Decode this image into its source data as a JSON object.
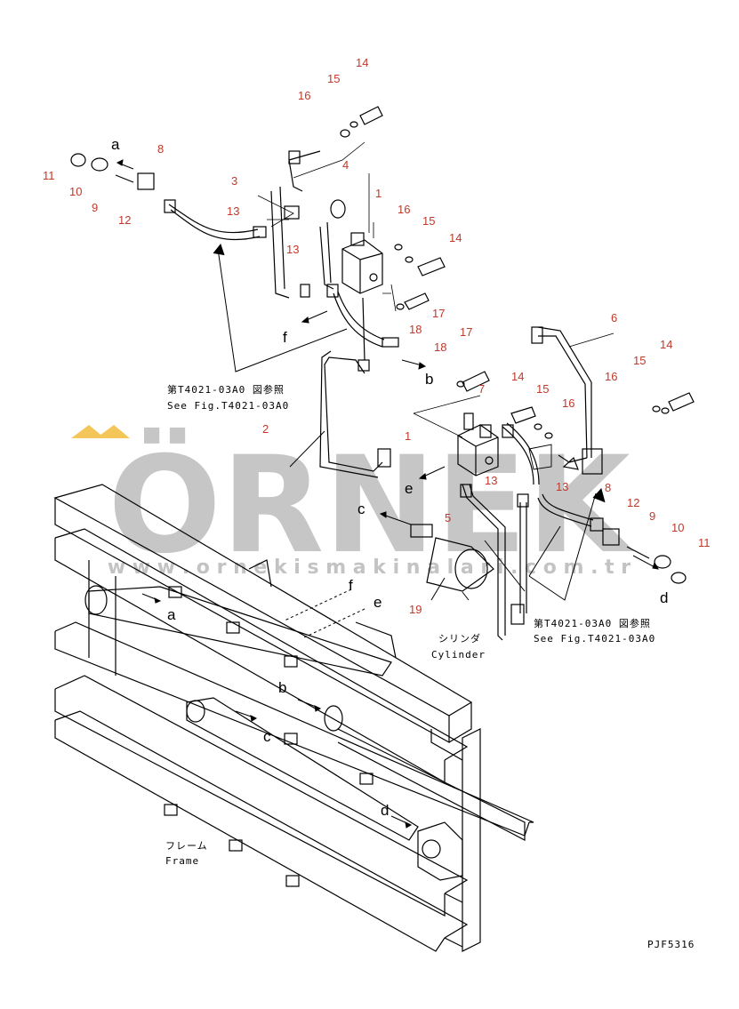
{
  "watermark": {
    "brand": "ÖRNEK",
    "url": "w w w . o r n e k i s m a k i n a l a r i . c o m . t r",
    "color": "#bdbdbd",
    "accent": "#f4c65a"
  },
  "colors": {
    "part_number": "#c0392b",
    "line": "#000000"
  },
  "callouts": [
    {
      "id": "c11a",
      "text": "11"
    },
    {
      "id": "c10a",
      "text": "10"
    },
    {
      "id": "c9a",
      "text": "9"
    },
    {
      "id": "c12a",
      "text": "12"
    },
    {
      "id": "c8a",
      "text": "8"
    },
    {
      "id": "c3",
      "text": "3"
    },
    {
      "id": "c13a",
      "text": "13"
    },
    {
      "id": "c13b",
      "text": "13"
    },
    {
      "id": "c4",
      "text": "4"
    },
    {
      "id": "c16a",
      "text": "16"
    },
    {
      "id": "c15a",
      "text": "15"
    },
    {
      "id": "c14a",
      "text": "14"
    },
    {
      "id": "c1a",
      "text": "1"
    },
    {
      "id": "c16b",
      "text": "16"
    },
    {
      "id": "c15b",
      "text": "15"
    },
    {
      "id": "c14b",
      "text": "14"
    },
    {
      "id": "c17a",
      "text": "17"
    },
    {
      "id": "c18a",
      "text": "18"
    },
    {
      "id": "c6",
      "text": "6"
    },
    {
      "id": "c14c",
      "text": "14"
    },
    {
      "id": "c15c",
      "text": "15"
    },
    {
      "id": "c16c",
      "text": "16"
    },
    {
      "id": "c17b",
      "text": "17"
    },
    {
      "id": "c18b",
      "text": "18"
    },
    {
      "id": "c14d",
      "text": "14"
    },
    {
      "id": "c7",
      "text": "7"
    },
    {
      "id": "c15d",
      "text": "15"
    },
    {
      "id": "c16d",
      "text": "16"
    },
    {
      "id": "c2",
      "text": "2"
    },
    {
      "id": "c1b",
      "text": "1"
    },
    {
      "id": "c13c",
      "text": "13"
    },
    {
      "id": "c13d",
      "text": "13"
    },
    {
      "id": "c8b",
      "text": "8"
    },
    {
      "id": "c12b",
      "text": "12"
    },
    {
      "id": "c9b",
      "text": "9"
    },
    {
      "id": "c10b",
      "text": "10"
    },
    {
      "id": "c11b",
      "text": "11"
    },
    {
      "id": "c5",
      "text": "5"
    },
    {
      "id": "c19",
      "text": "19"
    }
  ],
  "letters": [
    {
      "id": "la1",
      "text": "a"
    },
    {
      "id": "lf1",
      "text": "f"
    },
    {
      "id": "lb1",
      "text": "b"
    },
    {
      "id": "le1",
      "text": "e"
    },
    {
      "id": "lc1",
      "text": "c"
    },
    {
      "id": "ld1",
      "text": "d"
    },
    {
      "id": "la2",
      "text": "a"
    },
    {
      "id": "lf2",
      "text": "f"
    },
    {
      "id": "le2",
      "text": "e"
    },
    {
      "id": "lb2",
      "text": "b"
    },
    {
      "id": "lc2",
      "text": "c"
    },
    {
      "id": "ld2",
      "text": "d"
    }
  ],
  "references": {
    "ref1_jp": "第T4021-03A0 図参照",
    "ref1_en": "See Fig.T4021-03A0",
    "ref2_jp": "第T4021-03A0 図参照",
    "ref2_en": "See Fig.T4021-03A0",
    "cylinder_jp": "シリンダ",
    "cylinder_en": "Cylinder",
    "frame_jp": "フレーム",
    "frame_en": "Frame",
    "drawing_code": "PJF5316"
  }
}
